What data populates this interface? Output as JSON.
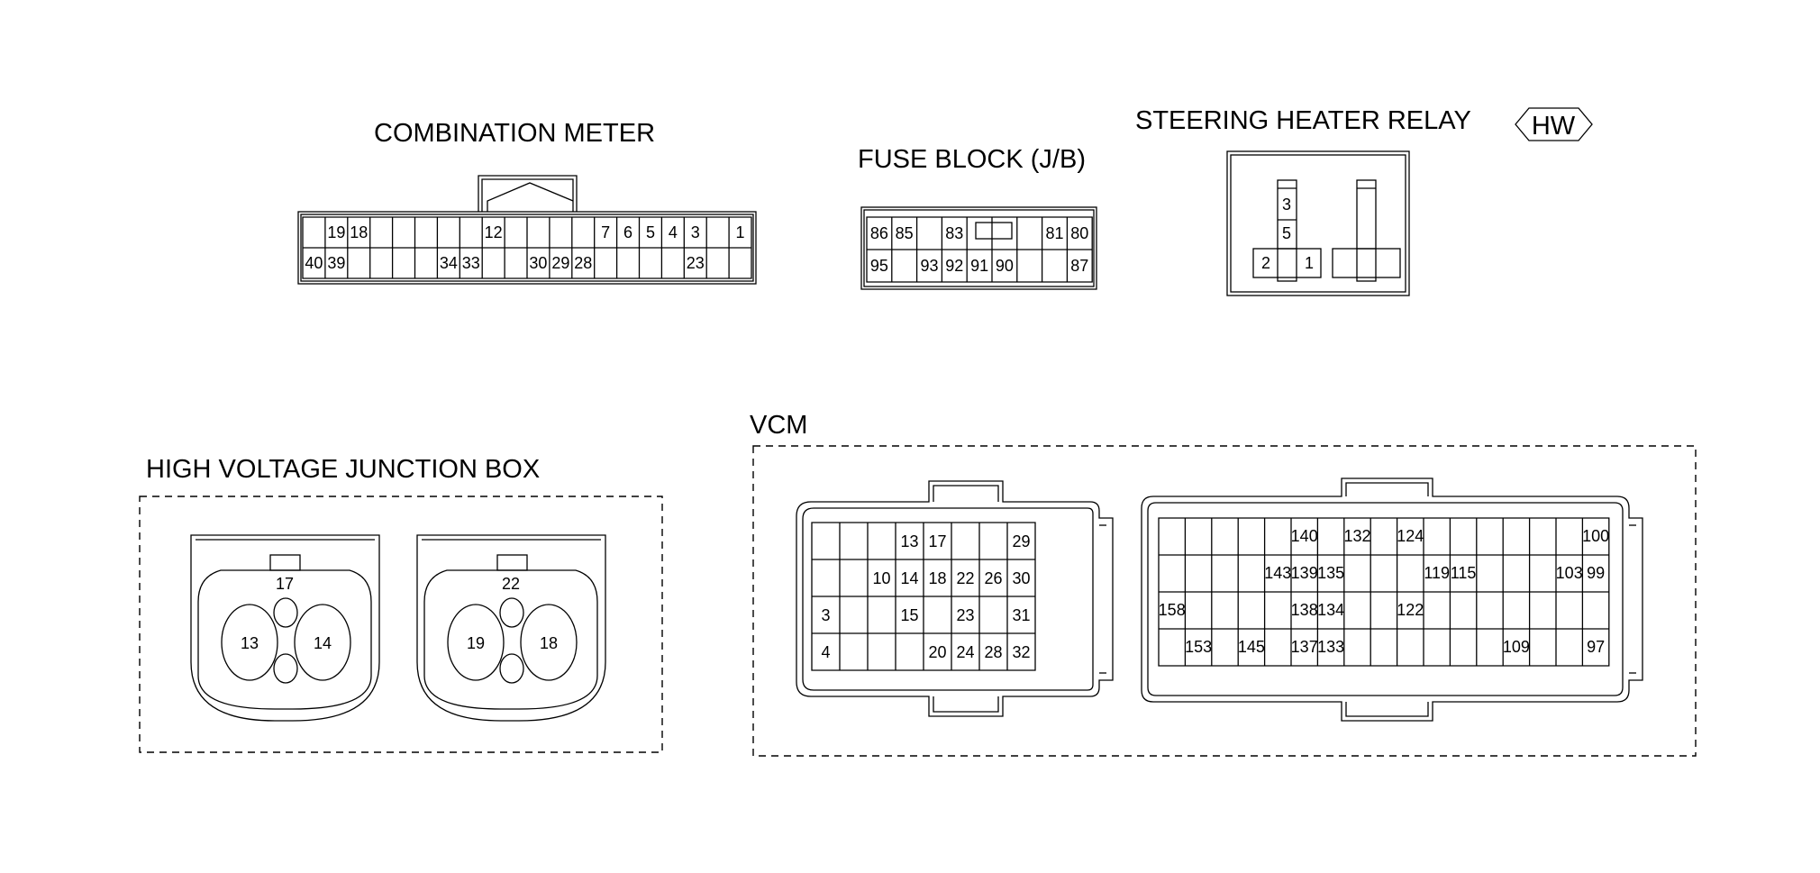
{
  "labels": {
    "combination_meter": "COMBINATION METER",
    "fuse_block": "FUSE BLOCK (J/B)",
    "steering_heater_relay": "STEERING HEATER RELAY",
    "hw_badge": "HW",
    "high_voltage_junction_box": "HIGH VOLTAGE JUNCTION BOX",
    "vcm": "VCM"
  },
  "combination_meter": {
    "top_row": [
      "",
      "19",
      "18",
      "",
      "",
      "",
      "",
      "",
      "12",
      "",
      "",
      "",
      "",
      "7",
      "6",
      "5",
      "4",
      "3",
      "",
      "1"
    ],
    "bottom_row": [
      "40",
      "39",
      "",
      "",
      "",
      "",
      "34",
      "33",
      "",
      "",
      "30",
      "29",
      "28",
      "",
      "",
      "",
      "",
      "23",
      "",
      ""
    ]
  },
  "fuse_block": {
    "top_row": [
      "86",
      "85",
      "",
      "83",
      "",
      "",
      "",
      "81",
      "80"
    ],
    "bottom_row": [
      "95",
      "",
      "93",
      "92",
      "91",
      "90",
      "",
      "",
      "87"
    ]
  },
  "steering_heater_relay": {
    "left_terminal_pins": [
      "3",
      "5"
    ],
    "left_bottom_pins": [
      "2",
      "1"
    ]
  },
  "high_voltage_junction_box": {
    "left_connector": {
      "top": "17",
      "left": "13",
      "right": "14"
    },
    "right_connector": {
      "top": "22",
      "left": "19",
      "right": "18"
    }
  },
  "vcm": {
    "connector_a": [
      [
        "",
        "",
        "",
        "13",
        "17",
        "",
        "",
        "29"
      ],
      [
        "",
        "",
        "10",
        "14",
        "18",
        "22",
        "26",
        "30"
      ],
      [
        "3",
        "",
        "",
        "15",
        "",
        "23",
        "",
        "31"
      ],
      [
        "4",
        "",
        "",
        "",
        "20",
        "24",
        "28",
        "32"
      ]
    ],
    "connector_b": [
      [
        "",
        "",
        "",
        "",
        "",
        "140",
        "",
        "132",
        "",
        "124",
        "",
        "",
        "",
        "",
        "",
        "",
        "100"
      ],
      [
        "",
        "",
        "",
        "",
        "143",
        "139",
        "135",
        "",
        "",
        "",
        "119",
        "115",
        "",
        "",
        "",
        "103",
        "99"
      ],
      [
        "158",
        "",
        "",
        "",
        "",
        "138",
        "134",
        "",
        "",
        "122",
        "",
        "",
        "",
        "",
        "",
        "",
        ""
      ],
      [
        "",
        "153",
        "",
        "145",
        "",
        "137",
        "133",
        "",
        "",
        "",
        "",
        "",
        "",
        "109",
        "",
        "",
        "97"
      ]
    ]
  }
}
